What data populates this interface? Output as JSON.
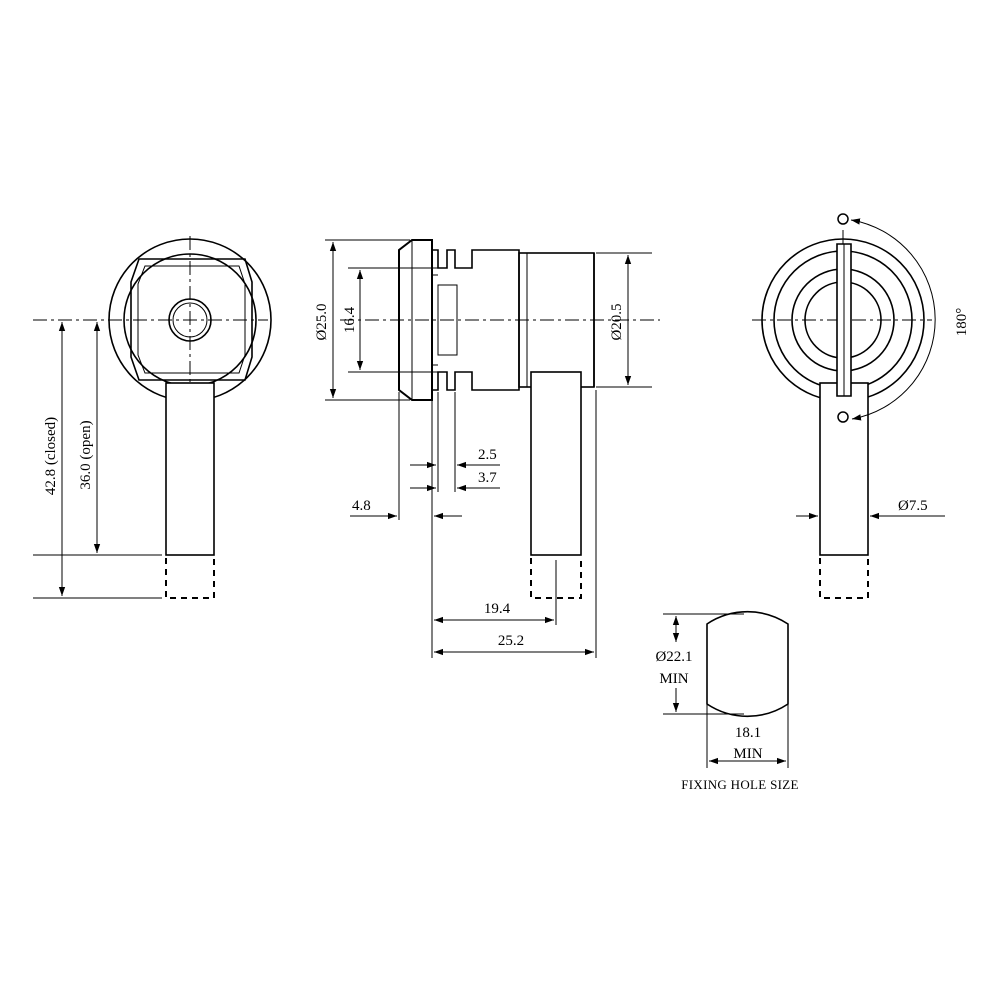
{
  "views": {
    "front": {
      "dims": {
        "closed": "42.8 (closed)",
        "open": "36.0 (open)"
      }
    },
    "side": {
      "dims": {
        "d25": "Ø25.0",
        "d16": "16.4",
        "d20": "Ø20.5",
        "t25": "2.5",
        "t37": "3.7",
        "t48": "4.8",
        "l194": "19.4",
        "l252": "25.2"
      }
    },
    "rear": {
      "dims": {
        "rotation": "180°",
        "cam_width": "Ø7.5"
      }
    },
    "hole": {
      "dims": {
        "diameter": "Ø22.1",
        "diameter_min": "MIN",
        "width": "18.1",
        "width_min": "MIN"
      },
      "caption": "FIXING HOLE SIZE"
    }
  }
}
